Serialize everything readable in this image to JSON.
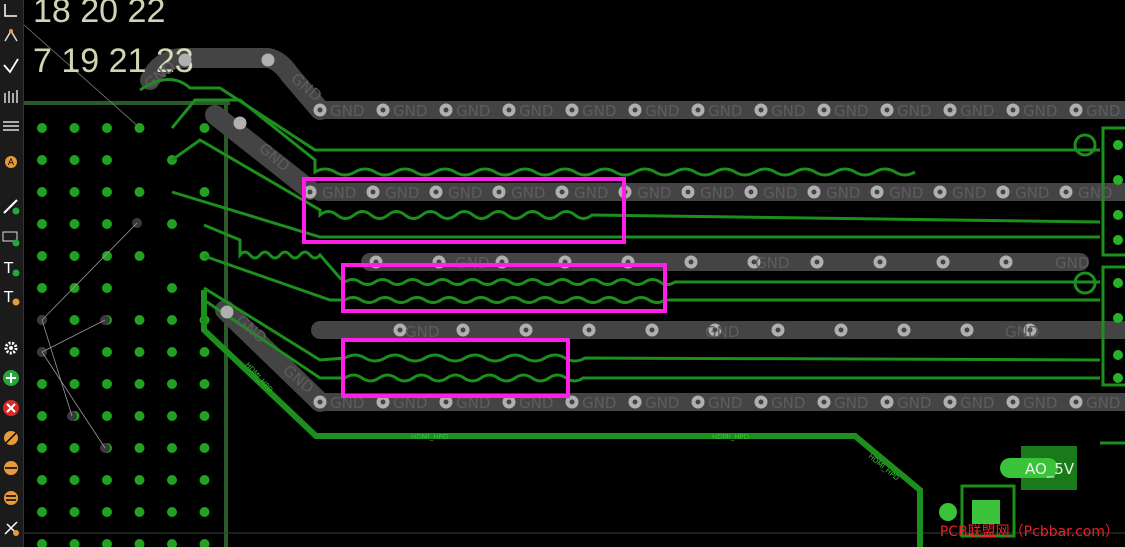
{
  "pin_numbers_top": "18 20 22",
  "pin_numbers_bottom": "7 19 21 23",
  "gnd_label": "GND",
  "net_hdmi_hpd": "HDMI_HPD",
  "net_ao5v": "AO_5V",
  "watermark": "PCB联盟网（Pcbbar.com）",
  "tools": [
    {
      "name": "route-tool-icon"
    },
    {
      "name": "interactive-route-icon"
    },
    {
      "name": "diff-pair-icon"
    },
    {
      "name": "multi-route-icon"
    },
    {
      "name": "bus-icon"
    },
    {
      "name": "length-tune-icon"
    },
    {
      "name": "line-tool-icon"
    },
    {
      "name": "add-component-icon"
    },
    {
      "name": "text-tool-icon"
    },
    {
      "name": "text-tool-alt-icon"
    },
    {
      "name": "settings-icon"
    },
    {
      "name": "add-icon"
    },
    {
      "name": "delete-icon"
    },
    {
      "name": "measure-icon"
    },
    {
      "name": "probe-icon"
    },
    {
      "name": "layer-icon"
    },
    {
      "name": "cut-icon"
    }
  ],
  "colors": {
    "trace": "#1d8f1d",
    "trace_bright": "#3ac23a",
    "ground_plane": "#444444",
    "via": "#b0b0b0",
    "highlight": "#ff1ee6",
    "background": "#000000"
  }
}
